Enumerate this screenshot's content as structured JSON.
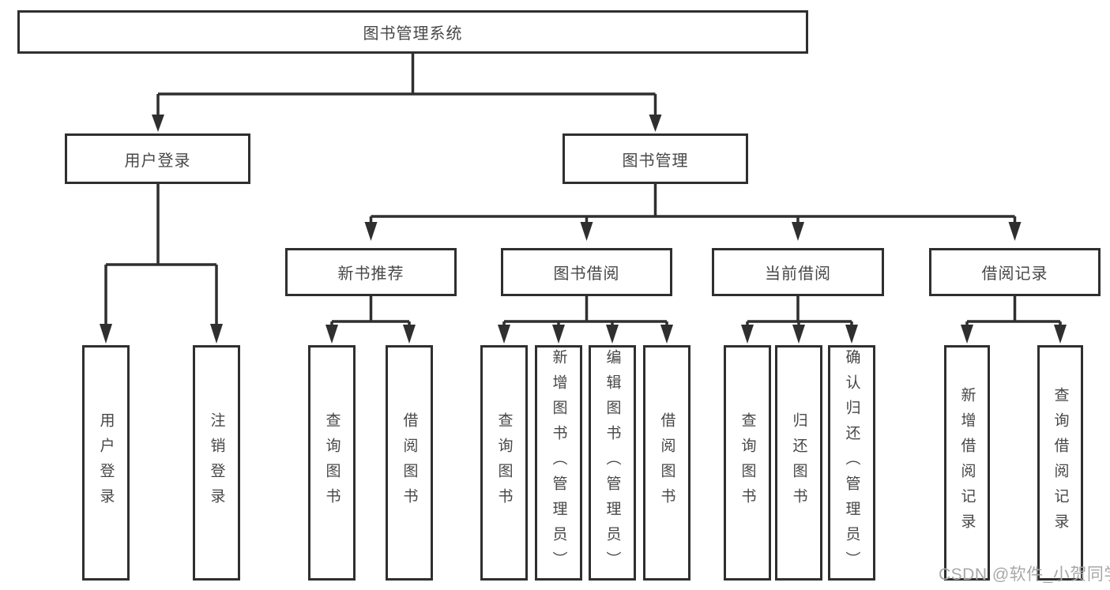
{
  "nodes": {
    "root": "图书管理系统",
    "user_login": "用户登录",
    "book_mgmt": "图书管理",
    "new_books": "新书推荐",
    "book_borrow": "图书借阅",
    "current_borrow": "当前借阅",
    "borrow_records": "借阅记录",
    "ul_login": "用户登录",
    "ul_logout": "注销登录",
    "nb_query": "查询图书",
    "nb_borrow": "借阅图书",
    "bb_query": "查询图书",
    "bb_add": "新增图书（管理员）",
    "bb_edit": "编辑图书（管理员）",
    "bb_borrow": "借阅图书",
    "cb_query": "查询图书",
    "cb_return": "归还图书",
    "cb_confirm": "确认归还（管理员）",
    "br_add": "新增借阅记录",
    "br_query": "查询借阅记录"
  },
  "watermark": "CSDN @软件_小贺同学",
  "colors": {
    "line": "#2f2f2f",
    "text": "#474747",
    "watermark": "#a8a8a8",
    "background": "#ffffff"
  }
}
